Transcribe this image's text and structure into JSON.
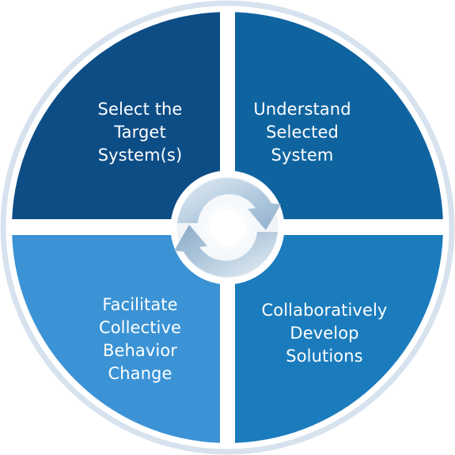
{
  "colors": {
    "outer_ring": "#d6e2ee",
    "ring_gap": "#ffffff",
    "quadrant_top_left": "#0d4d86",
    "quadrant_top_right": "#0f64a0",
    "quadrant_bottom_left": "#3b93d5",
    "quadrant_bottom_right": "#1b7cbd",
    "hub_ring": "#a9c4d9",
    "hub_ring_light": "#dbe7f1",
    "label_text": "#ffffff"
  },
  "center_icon": "cycle-arrows-icon",
  "quadrants": {
    "top_left": {
      "lines": [
        "Select the",
        "Target",
        "System(s)"
      ]
    },
    "top_right": {
      "lines": [
        "Understand",
        "Selected",
        "System"
      ]
    },
    "bottom_right": {
      "lines": [
        "Collaboratively",
        "Develop",
        "Solutions"
      ]
    },
    "bottom_left": {
      "lines": [
        "Facilitate",
        "Collective",
        "Behavior",
        "Change"
      ]
    }
  }
}
